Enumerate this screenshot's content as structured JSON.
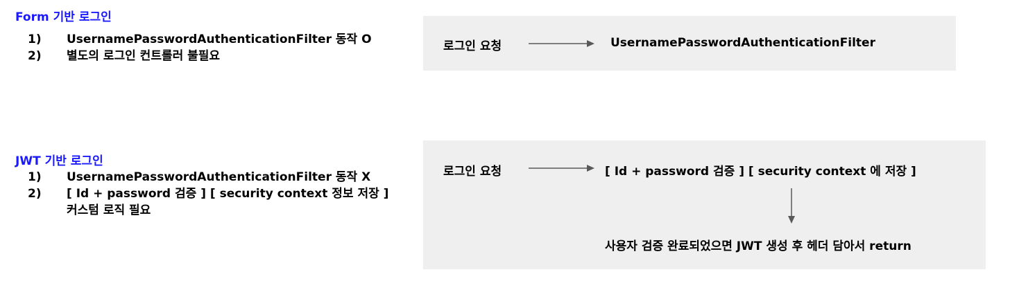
{
  "form_section": {
    "heading": "Form 기반 로그인",
    "items": [
      {
        "num": "1)",
        "text": "UsernamePasswordAuthenticationFilter 동작 O"
      },
      {
        "num": "2)",
        "text": "별도의 로그인 컨트롤러 불필요"
      }
    ],
    "diagram": {
      "request_label": "로그인 요청",
      "target_label": "UsernamePasswordAuthenticationFilter"
    }
  },
  "jwt_section": {
    "heading": "JWT 기반 로그인",
    "items": [
      {
        "num": "1)",
        "text": "UsernamePasswordAuthenticationFilter 동작 X"
      },
      {
        "num": "2)",
        "text": "[ Id + password 검증 ] [ security context 정보 저장 ]  커스텀 로직 필요"
      }
    ],
    "diagram": {
      "request_label": "로그인 요청",
      "target_label": "[ Id + password 검증 ] [ security context 에 저장 ]",
      "result_label": "사용자 검증 완료되었으면 JWT 생성 후 헤더 담아서 return"
    }
  },
  "colors": {
    "heading": "#1a1aff",
    "box_background": "#efefef",
    "arrow": "#595959"
  }
}
